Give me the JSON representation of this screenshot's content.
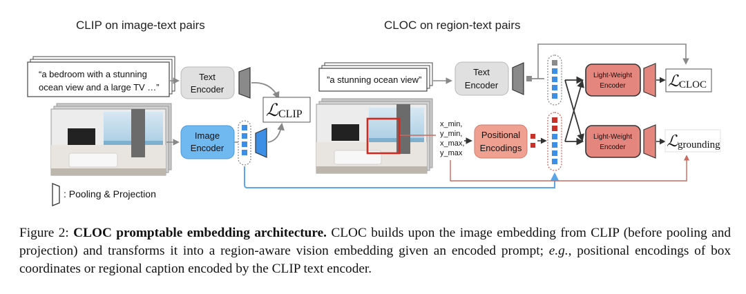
{
  "headings": {
    "clip": "CLIP on image-text pairs",
    "cloc": "CLOC on region-text pairs"
  },
  "captions": {
    "clip_line1": "“a bedroom with a stunning",
    "clip_line2": "ocean view and a large TV …”",
    "cloc": "”a stunning ocean view”"
  },
  "encoders": {
    "text_l1": "Text",
    "text_l2": "Encoder",
    "image_l1": "Image",
    "image_l2": "Encoder",
    "positional_l1": "Positional",
    "positional_l2": "Encodings",
    "light_l1": "Light-Weight",
    "light_l2": "Encoder"
  },
  "losses": {
    "symbol": "ℒ",
    "clip": "CLIP",
    "cloc": "CLOC",
    "grounding": "grounding"
  },
  "coords": [
    "x_min,",
    "y_min,",
    "x_max,",
    "y_max"
  ],
  "legend": ": Pooling & Projection",
  "figure_caption": {
    "label": "Figure 2:",
    "title": "CLOC promptable embedding architecture.",
    "p1": "CLOC builds upon the image embedding from CLIP (before pooling and projection) and transforms it into a region-aware vision embedding given an encoded prompt;",
    "eg": "e.g.",
    "p2": ", positional encodings of box coordinates or regional caption encoded by the CLIP text encoder."
  },
  "colors": {
    "text_encoder": "#e0e0e0",
    "image_encoder": "#6fb8f0",
    "positional": "#f0a090",
    "light_weight": "#e4857e",
    "token_blue": "#3d8fe6",
    "token_red": "#c8302a",
    "token_gray": "#8a8a8a",
    "blue_line": "#5aa6e8",
    "red_line": "#c86a5e"
  }
}
